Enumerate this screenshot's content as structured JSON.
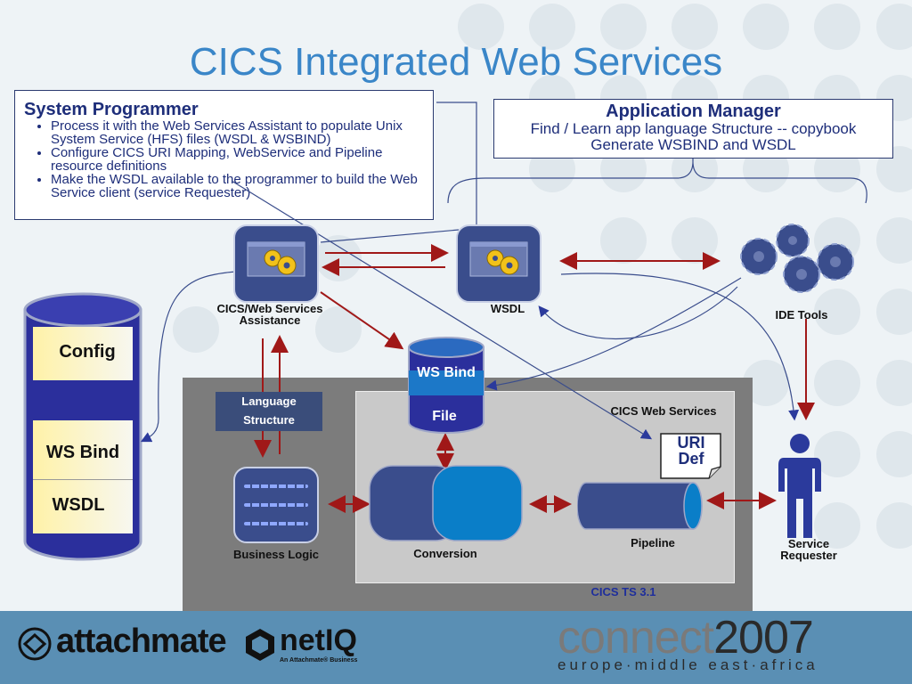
{
  "title": "CICS Integrated Web Services",
  "system_programmer": {
    "heading": "System Programmer",
    "bullets": [
      "Process it with the Web Services Assistant to populate Unix System Service (HFS) files (WSDL & WSBIND)",
      "Configure CICS URI Mapping, WebService and Pipeline resource definitions",
      "Make the WSDL available to the programmer to build the Web Service client (service Requester)"
    ]
  },
  "application_manager": {
    "heading": "Application Manager",
    "line1": "Find / Learn app language Structure -- copybook",
    "line2": "Generate WSBIND and WSDL"
  },
  "nodes": {
    "cics_ws_assistance_line1": "CICS/Web Services",
    "cics_ws_assistance_line2": "Assistance",
    "wsdl": "WSDL",
    "ide_tools": "IDE Tools",
    "ws_bind_file_top": "WS Bind",
    "ws_bind_file_bottom": "File",
    "language_structure_line1": "Language",
    "language_structure_line2": "Structure",
    "cics_web_services": "CICS Web Services",
    "uri_def_line1": "URI",
    "uri_def_line2": "Def",
    "business_logic": "Business Logic",
    "conversion": "Conversion",
    "pipeline": "Pipeline",
    "service_requester_line1": "Service",
    "service_requester_line2": "Requester",
    "cics_ts": "CICS TS 3.1"
  },
  "storage": {
    "config": "Config",
    "ws_bind": "WS Bind",
    "wsdl": "WSDL"
  },
  "footer": {
    "attachmate": "attachmate",
    "netiq": "net",
    "netiq_q": "IQ",
    "netiq_tag": "An Attachmate® Business",
    "connect": "connect",
    "year": "2007",
    "region": "europe·middle east·africa"
  }
}
